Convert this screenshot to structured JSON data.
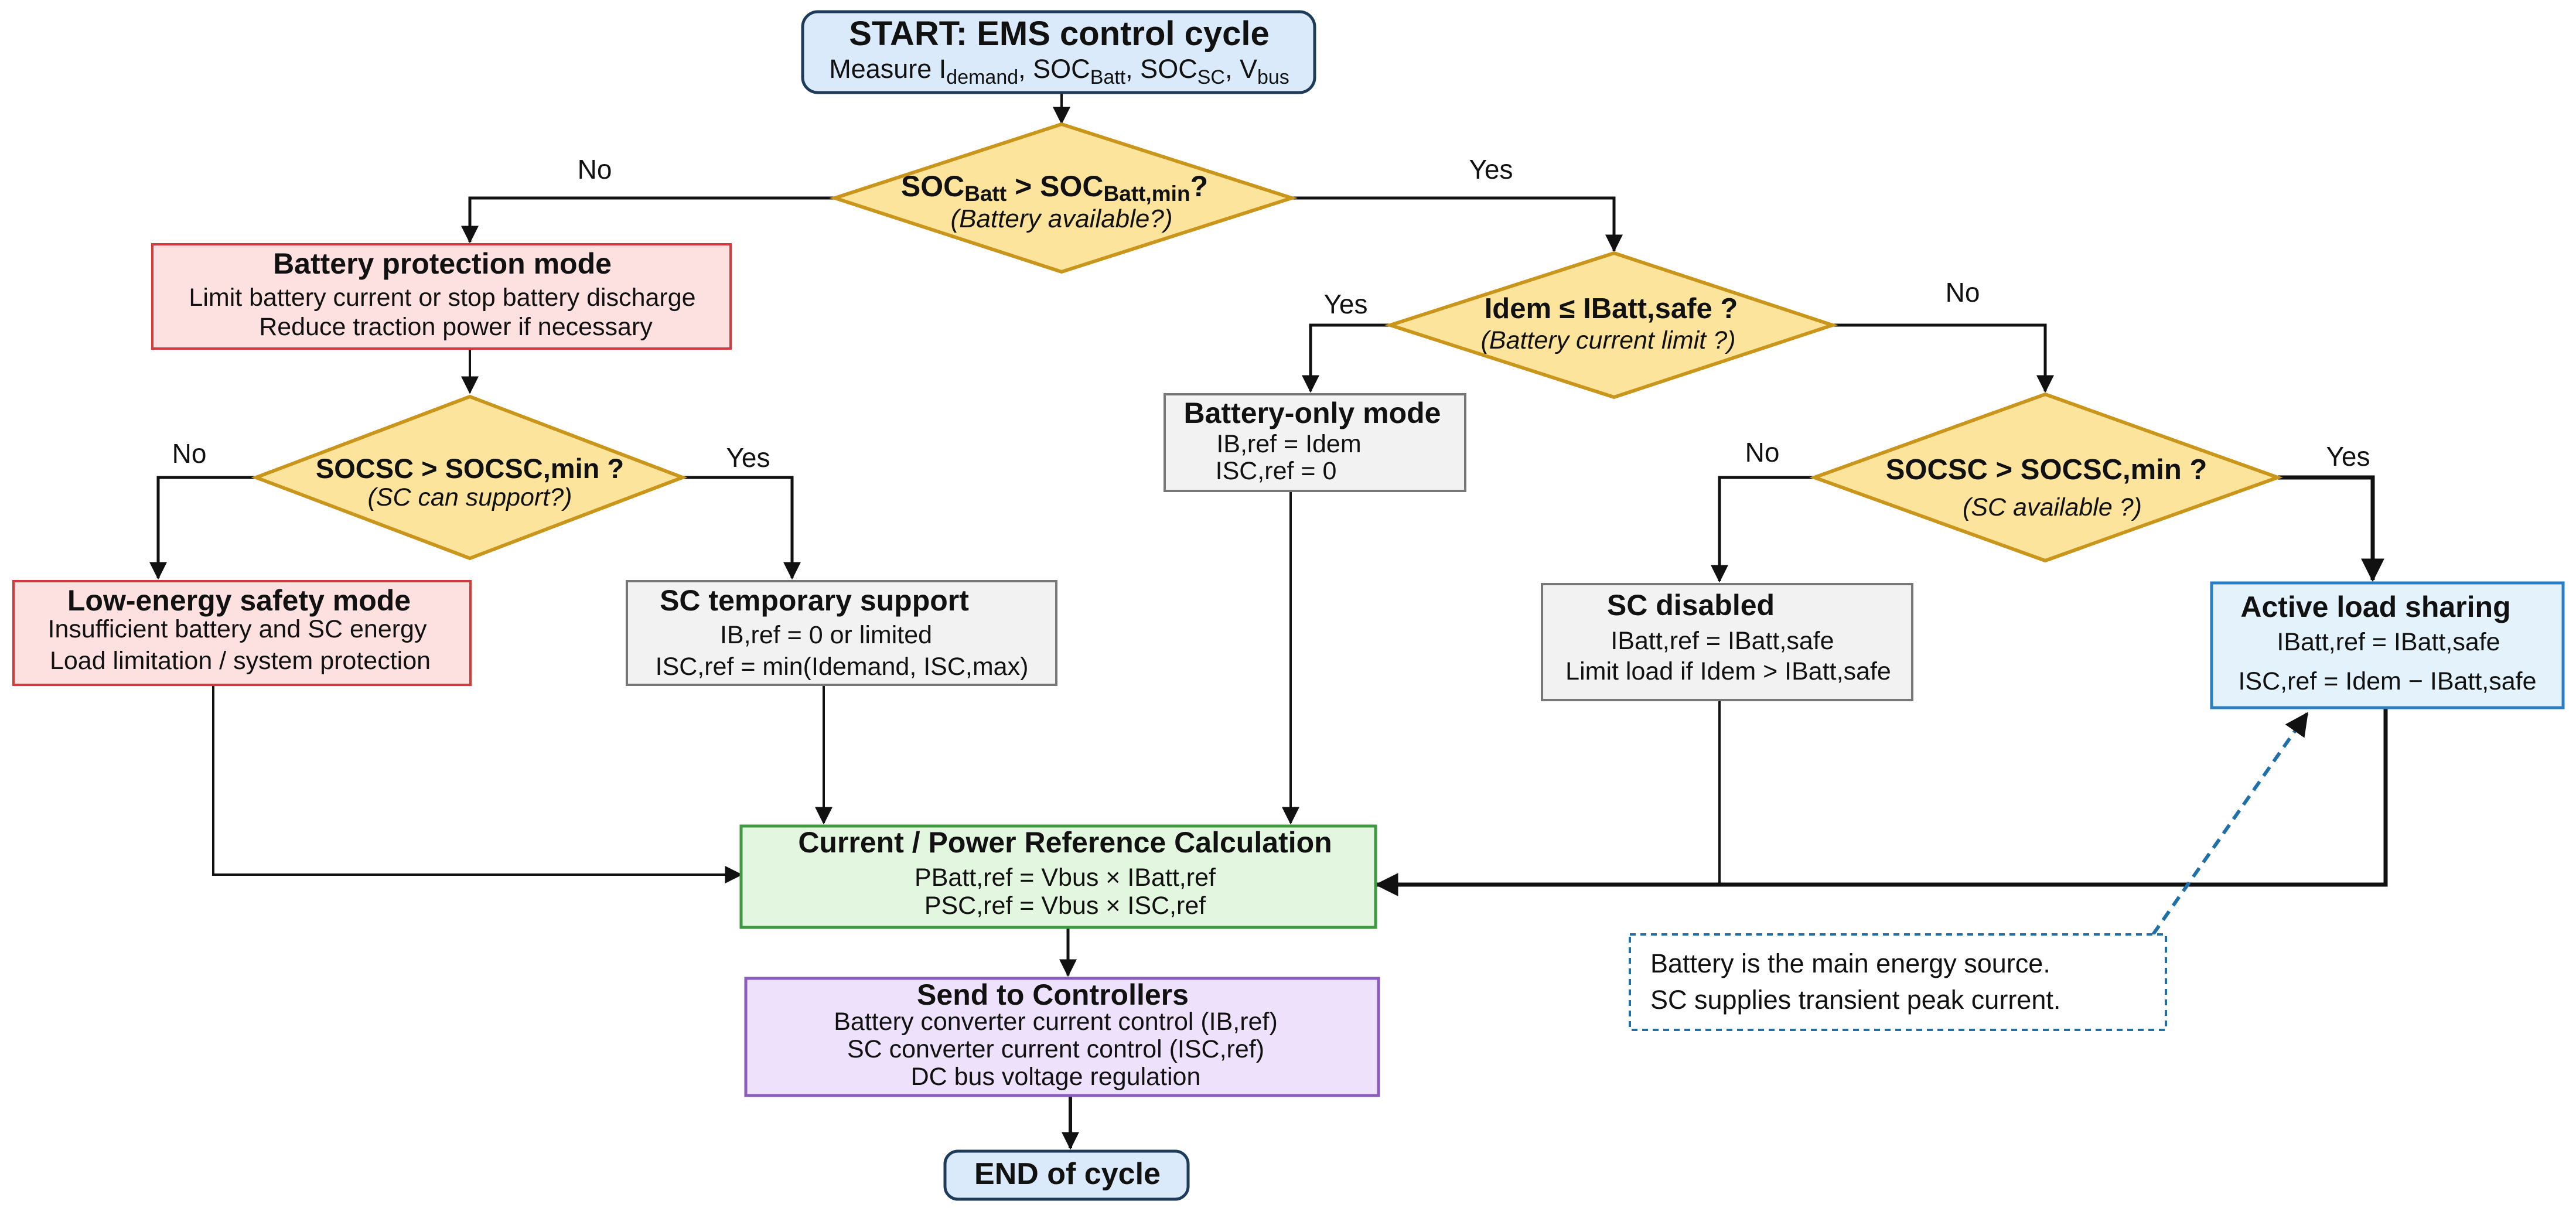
{
  "start": {
    "title": "START: EMS control cycle",
    "measure_prefix": "Measure I",
    "measure_sub1": "demand",
    "measure_mid1": ", SOC",
    "measure_sub2": "Batt",
    "measure_mid2": ", SOC",
    "measure_sub3": "SC",
    "measure_mid3": ", V",
    "measure_sub4": "bus"
  },
  "decision_battery": {
    "q_part1": "SOC",
    "q_sub1": "Batt",
    "q_part2": " > SOC",
    "q_sub2": "Batt,min",
    "q_part3": "?",
    "subtitle": "(Battery available?)",
    "no_label": "No",
    "yes_label": "Yes"
  },
  "battery_protection": {
    "title": "Battery protection mode",
    "line1": "Limit battery current or stop battery discharge",
    "line2": "Reduce traction power if necessary"
  },
  "decision_sc_support": {
    "question": "SOCSC > SOCSC,min ?",
    "subtitle": "(SC can support?)",
    "no_label": "No",
    "yes_label": "Yes"
  },
  "low_energy": {
    "title": "Low-energy safety mode",
    "line1": "Insufficient battery and SC energy",
    "line2": "Load limitation / system protection"
  },
  "sc_temp_support": {
    "title": "SC temporary support",
    "line1": "IB,ref = 0 or limited",
    "line2": "ISC,ref = min(Idemand, ISC,max)"
  },
  "decision_current": {
    "question": "Idem ≤ IBatt,safe ?",
    "subtitle": "(Battery current limit ?)",
    "yes_label": "Yes",
    "no_label": "No"
  },
  "battery_only": {
    "title": "Battery-only mode",
    "line1": "IB,ref = Idem",
    "line2": "ISC,ref = 0"
  },
  "decision_sc_available": {
    "question": "SOCSC > SOCSC,min ?",
    "subtitle": "(SC available ?)",
    "no_label": "No",
    "yes_label": "Yes"
  },
  "sc_disabled": {
    "title": "SC disabled",
    "line1": "IBatt,ref = IBatt,safe",
    "line2": "Limit load if Idem > IBatt,safe"
  },
  "active_sharing": {
    "title": "Active load sharing",
    "line1": "IBatt,ref = IBatt,safe",
    "line2": "ISC,ref = Idem − IBatt,safe"
  },
  "calc": {
    "title": "Current / Power Reference Calculation",
    "line1": "PBatt,ref = Vbus × IBatt,ref",
    "line2": "PSC,ref = Vbus × ISC,ref"
  },
  "send": {
    "title": "Send to Controllers",
    "line1": "Battery converter current control (IB,ref)",
    "line2": "SC converter current control (ISC,ref)",
    "line3": "DC bus voltage regulation"
  },
  "end": {
    "title": "END of cycle"
  },
  "note": {
    "line1": "Battery is the main energy source.",
    "line2": "SC supplies transient peak current."
  },
  "colors": {
    "start_fill": "#dbeafb",
    "start_stroke": "#1f3b5a",
    "decision_fill": "#fde49c",
    "decision_stroke": "#c9951a",
    "protect_fill": "#fde0e0",
    "protect_stroke": "#d23b3b",
    "neutral_fill": "#f2f2f2",
    "neutral_stroke": "#777777",
    "sharing_fill": "#e3f2fb",
    "sharing_stroke": "#2a7fc4",
    "calc_fill": "#e3f6df",
    "calc_stroke": "#3e9a3e",
    "send_fill": "#eee1fb",
    "send_stroke": "#8a5cc0",
    "note_stroke": "#1f6fa8",
    "line": "#111111"
  }
}
